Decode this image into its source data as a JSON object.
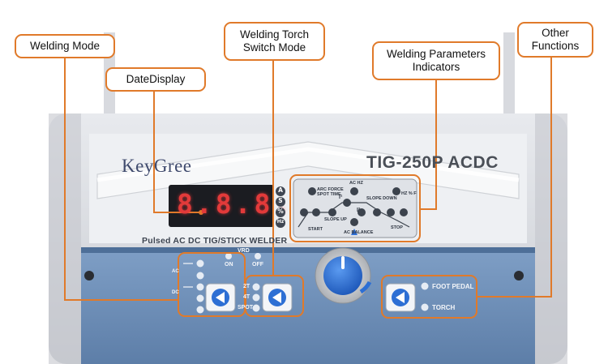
{
  "callouts": {
    "welding_mode": "Welding Mode",
    "date_display": "DateDisplay",
    "torch_switch_line1": "Welding Torch",
    "torch_switch_line2": "Switch Mode",
    "params_line1": "Welding Parameters",
    "params_line2": "Indicators",
    "other_line1": "Other",
    "other_line2": "Functions"
  },
  "machine": {
    "brand": "KeyGree",
    "model": "TIG-250P ACDC",
    "subtitle": "Pulsed AC DC TIG/STICK WELDER",
    "display_value": "8.8.8."
  },
  "unit_symbols": [
    "A",
    "S",
    "%",
    "Hz"
  ],
  "parameter_labels": {
    "arc_force_line1": "ARC FORCE",
    "arc_force_line2": "SPOT TIME",
    "ac_hz": "AC HZ",
    "slope_down": "SLOPE DOWN",
    "slope_up": "SLOPE UP",
    "start": "START",
    "stop": "STOP",
    "ac_balance": "AC BALANCE",
    "hz_percent": "HZ % F",
    "i_one": "I¹",
    "i_two": "I²"
  },
  "vrd": {
    "title": "VRD",
    "on": "ON",
    "off": "OFF"
  },
  "mode_labels": [
    "AC",
    "DC"
  ],
  "torch_modes": [
    "2T",
    "4T",
    "SPOT"
  ],
  "other_functions": {
    "foot_pedal": "FOOT PEDAL",
    "torch": "TORCH"
  },
  "colors": {
    "callout_border": "#e07a2a",
    "panel_blue": "#6d8fb8",
    "knob_blue": "#2d6fd4",
    "display_red": "#e23a3a"
  }
}
